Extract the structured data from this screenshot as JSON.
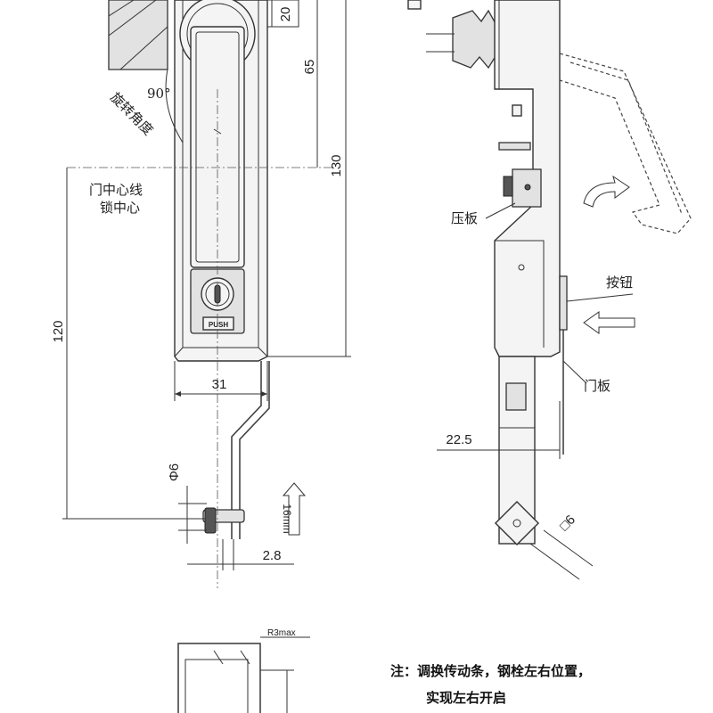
{
  "dimensions": {
    "d20": "20",
    "d65": "65",
    "d130": "130",
    "d120": "120",
    "d31": "31",
    "d6dia": "Φ6",
    "d2_8": "2.8",
    "d16mm": "16mm",
    "d22_5": "22.5",
    "d6sq": "□6",
    "r3max": "R3max"
  },
  "labels": {
    "angle": "90°",
    "rotation": "旋转角度",
    "door_center_line": "门中心线",
    "lock_center": "锁中心",
    "push": "PUSH",
    "pressure_plate": "压板",
    "button": "按钮",
    "door_panel": "门板"
  },
  "note": {
    "line1": "注：调换传动条，钢栓左右位置，",
    "line2": "实现左右开启"
  },
  "icons": [
    "up-arrow-icon",
    "left-arrow-icon",
    "rotation-arrow-icon",
    "key-cylinder-icon",
    "wing-knob-icon"
  ]
}
